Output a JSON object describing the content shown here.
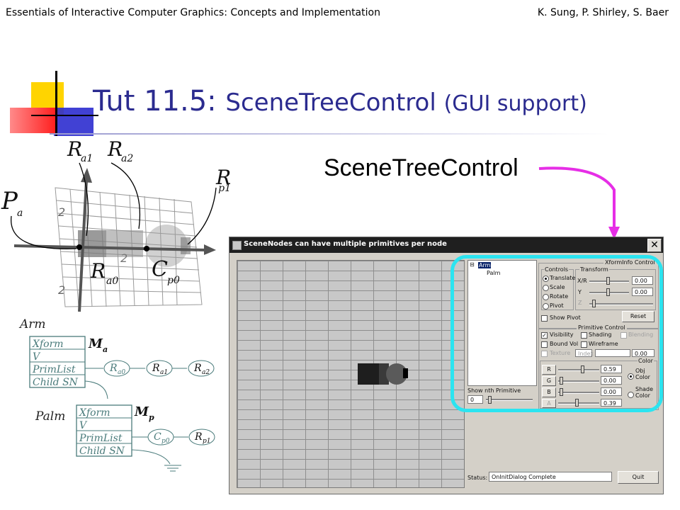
{
  "header": {
    "left": "Essentials of Interactive Computer Graphics: Concepts and Implementation",
    "right": "K. Sung, P. Shirley, S. Baer"
  },
  "title": {
    "part1": "Tut 11.5: ",
    "part2": "SceneTreeControl ",
    "part3": "(GUI support)"
  },
  "callout": "SceneTreeControl",
  "diagram": {
    "labels": {
      "Ra1": "R",
      "Ra1_sub": "a1",
      "Ra2": "R",
      "Ra2_sub": "a2",
      "Rp1": "R",
      "Rp1_sub": "p1",
      "Pa": "P",
      "Pa_sub": "a",
      "Ra0": "R",
      "Ra0_sub": "a0",
      "Cp0": "C",
      "Cp0_sub": "p0",
      "tick_top": "2",
      "tick_mid": "2",
      "tick_bottom": "2"
    },
    "tree": {
      "arm_label": "Arm",
      "palm_label": "Palm",
      "arm_fields": [
        "Xform",
        "V",
        "PrimList",
        "Child SN"
      ],
      "palm_fields": [
        "Xform",
        "V",
        "PrimList",
        "Child SN"
      ],
      "Ma": "M",
      "Ma_sub": "a",
      "Mp": "M",
      "Mp_sub": "p",
      "arm_prims": [
        {
          "l": "R",
          "s": "a0"
        },
        {
          "l": "R",
          "s": "a1"
        },
        {
          "l": "R",
          "s": "a2"
        }
      ],
      "palm_prims": [
        {
          "l": "C",
          "s": "p0"
        },
        {
          "l": "R",
          "s": "p1"
        }
      ]
    }
  },
  "window": {
    "title": "SceneNodes can have multiple primitives per node",
    "close": "✕",
    "tree_items": [
      "Arm",
      "Palm"
    ],
    "tree_expander": "⊟",
    "xform_title": "XformInfo Control",
    "controls_title": "Controls",
    "controls": [
      "Translate",
      "Scale",
      "Rotate",
      "Pivot"
    ],
    "selected_control": "Translate",
    "transform_title": "Transform",
    "transform_rows": [
      {
        "label": "X/R",
        "value": "0.00"
      },
      {
        "label": "Y",
        "value": "0.00"
      },
      {
        "label": "Z",
        "value": ""
      }
    ],
    "show_pivot": "Show Pivot",
    "reset": "Reset",
    "prim_title": "Primitive Control",
    "prim_checks": [
      {
        "label": "Visibility",
        "checked": true
      },
      {
        "label": "Shading",
        "checked": false
      },
      {
        "label": "Blending",
        "checked": false,
        "disabled": true
      },
      {
        "label": "Bound Vol",
        "checked": false
      },
      {
        "label": "Wireframe",
        "checked": false
      },
      {
        "label": "Texture",
        "checked": false,
        "disabled": true
      }
    ],
    "index_label": "Index",
    "index_value": "0.00",
    "color_title": "Color",
    "color_rows": [
      {
        "label": "R",
        "value": "0.59"
      },
      {
        "label": "G",
        "value": "0.00"
      },
      {
        "label": "B",
        "value": "0.00"
      },
      {
        "label": "A",
        "value": "0.39"
      }
    ],
    "obj_color": "Obj Color",
    "shade_color": "Shade Color",
    "show_nth": "Show nth Primitive",
    "nth_value": "0",
    "status_label": "Status:",
    "status_value": "OnInitDialog Complete",
    "quit": "Quit"
  },
  "colors": {
    "title": "#2b2b8f",
    "callout_arrow": "#e62ee6",
    "highlight_ring": "#2be4f0",
    "tree_lines": "#4a7b7b"
  }
}
